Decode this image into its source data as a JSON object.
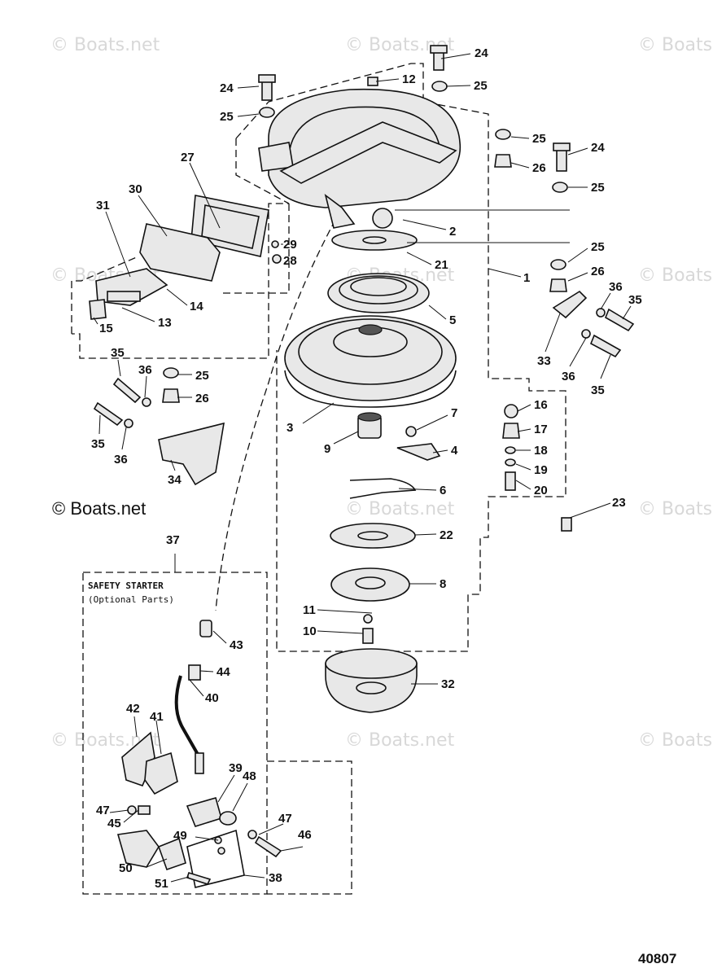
{
  "watermarks": [
    {
      "id": "wm1",
      "text": "© Boats.net"
    },
    {
      "id": "wm2",
      "text": "© Boats.net"
    },
    {
      "id": "wm3",
      "text": "© Boats.net"
    },
    {
      "id": "wm4",
      "text": "© Boats.net"
    },
    {
      "id": "wm5",
      "text": "© Boats.net"
    },
    {
      "id": "wm6",
      "text": "© Boats.net"
    },
    {
      "id": "wm7",
      "text": "© Boats.net"
    },
    {
      "id": "wm8",
      "text": "© Boats.net"
    },
    {
      "id": "wm9",
      "text": "© Boats.net"
    },
    {
      "id": "wm10",
      "text": "© Boats.net"
    },
    {
      "id": "wm11",
      "text": "© Boats.net"
    }
  ],
  "copyright_overlay": "© Boats.net",
  "safety_box": {
    "title": "SAFETY STARTER",
    "subtitle": "(Optional Parts)",
    "ref_number": "37"
  },
  "figure_number": "40807",
  "callouts": [
    {
      "id": "c24a",
      "label": "24"
    },
    {
      "id": "c12",
      "label": "12"
    },
    {
      "id": "c25a",
      "label": "25"
    },
    {
      "id": "c24b",
      "label": "24"
    },
    {
      "id": "c25b",
      "label": "25"
    },
    {
      "id": "c25c",
      "label": "25"
    },
    {
      "id": "c26a",
      "label": "26"
    },
    {
      "id": "c24c",
      "label": "24"
    },
    {
      "id": "c25d",
      "label": "25"
    },
    {
      "id": "c27",
      "label": "27"
    },
    {
      "id": "c30",
      "label": "30"
    },
    {
      "id": "c31",
      "label": "31"
    },
    {
      "id": "c2",
      "label": "2"
    },
    {
      "id": "c29",
      "label": "29"
    },
    {
      "id": "c28",
      "label": "28"
    },
    {
      "id": "c21",
      "label": "21"
    },
    {
      "id": "c25e",
      "label": "25"
    },
    {
      "id": "c26b",
      "label": "26"
    },
    {
      "id": "c1",
      "label": "1"
    },
    {
      "id": "c14",
      "label": "14"
    },
    {
      "id": "c5",
      "label": "5"
    },
    {
      "id": "c36a",
      "label": "36"
    },
    {
      "id": "c35a",
      "label": "35"
    },
    {
      "id": "c13",
      "label": "13"
    },
    {
      "id": "c15",
      "label": "15"
    },
    {
      "id": "c33",
      "label": "33"
    },
    {
      "id": "c36b",
      "label": "36"
    },
    {
      "id": "c35b",
      "label": "35"
    },
    {
      "id": "c35c",
      "label": "35"
    },
    {
      "id": "c36c",
      "label": "36"
    },
    {
      "id": "c25f",
      "label": "25"
    },
    {
      "id": "c26c",
      "label": "26"
    },
    {
      "id": "c16",
      "label": "16"
    },
    {
      "id": "c3",
      "label": "3"
    },
    {
      "id": "c7",
      "label": "7"
    },
    {
      "id": "c35d",
      "label": "35"
    },
    {
      "id": "c36d",
      "label": "36"
    },
    {
      "id": "c9",
      "label": "9"
    },
    {
      "id": "c17",
      "label": "17"
    },
    {
      "id": "c18",
      "label": "18"
    },
    {
      "id": "c4",
      "label": "4"
    },
    {
      "id": "c19",
      "label": "19"
    },
    {
      "id": "c34",
      "label": "34"
    },
    {
      "id": "c20",
      "label": "20"
    },
    {
      "id": "c6",
      "label": "6"
    },
    {
      "id": "c23",
      "label": "23"
    },
    {
      "id": "c22",
      "label": "22"
    },
    {
      "id": "c8",
      "label": "8"
    },
    {
      "id": "c11",
      "label": "11"
    },
    {
      "id": "c10",
      "label": "10"
    },
    {
      "id": "c43",
      "label": "43"
    },
    {
      "id": "c44",
      "label": "44"
    },
    {
      "id": "c32",
      "label": "32"
    },
    {
      "id": "c40",
      "label": "40"
    },
    {
      "id": "c42",
      "label": "42"
    },
    {
      "id": "c41",
      "label": "41"
    },
    {
      "id": "c39",
      "label": "39"
    },
    {
      "id": "c48",
      "label": "48"
    },
    {
      "id": "c47a",
      "label": "47"
    },
    {
      "id": "c46",
      "label": "46"
    },
    {
      "id": "c47b",
      "label": "47"
    },
    {
      "id": "c45",
      "label": "45"
    },
    {
      "id": "c49",
      "label": "49"
    },
    {
      "id": "c50",
      "label": "50"
    },
    {
      "id": "c38",
      "label": "38"
    },
    {
      "id": "c51",
      "label": "51"
    }
  ]
}
